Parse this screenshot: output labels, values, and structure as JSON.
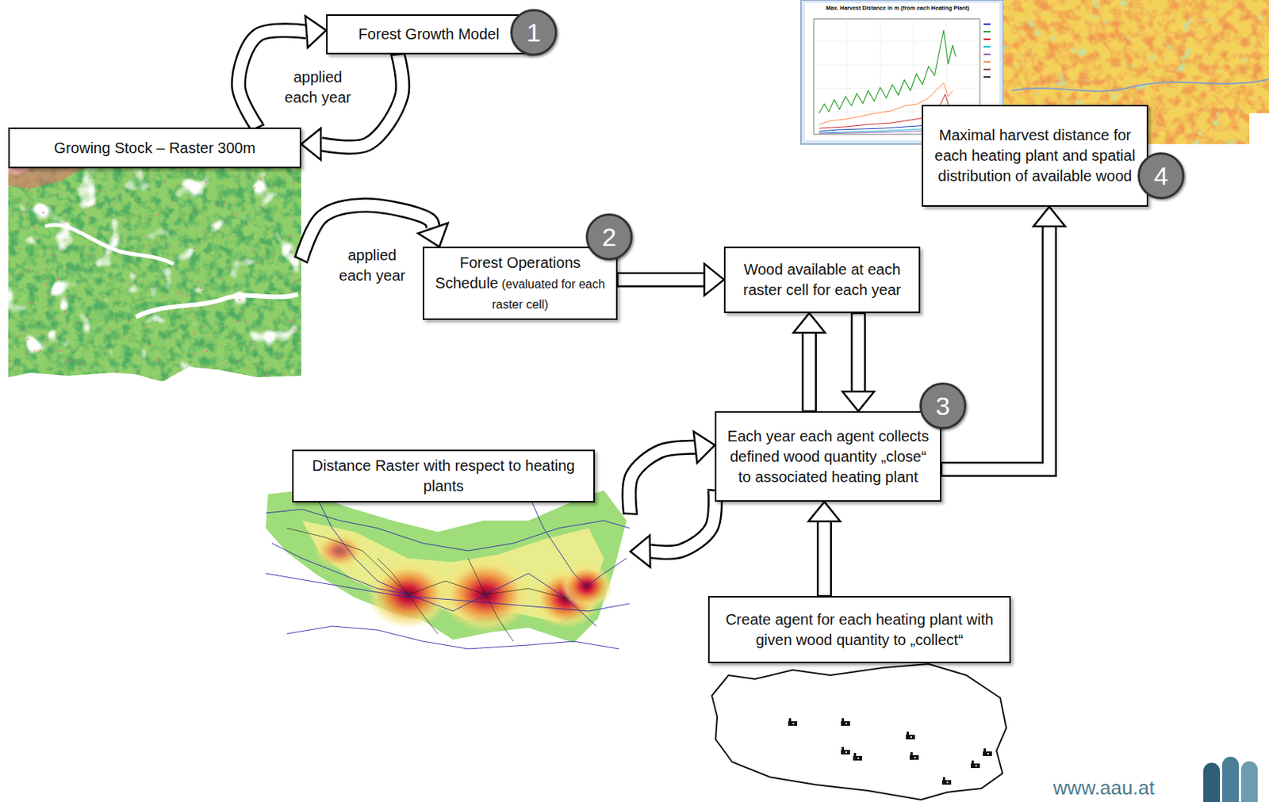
{
  "diagram": {
    "nodes": [
      {
        "text": [
          "Forest Growth Model"
        ]
      },
      {
        "text": [
          "Growing Stock – Raster 300m"
        ]
      },
      {
        "text": [
          "Forest Operations Schedule",
          "(evaluated for each raster cell)"
        ]
      },
      {
        "text": [
          "Wood available at each raster cell for each year"
        ]
      },
      {
        "text": [
          "Each year each agent collects defined wood quantity „close“ to associated heating plant"
        ]
      },
      {
        "text": [
          "Distance Raster with respect to heating plants"
        ]
      },
      {
        "text": [
          "Create agent for each heating plant with given wood quantity to „collect“"
        ]
      },
      {
        "text": [
          "Maximal harvest distance for each heating plant and spatial distribution of available wood"
        ]
      }
    ],
    "edges": [
      {
        "from": 1,
        "to": 0,
        "arrow": "to"
      },
      {
        "from": 0,
        "to": 1,
        "arrow": "to"
      },
      {
        "from": 1,
        "to": 2,
        "arrow": "to"
      },
      {
        "from": 2,
        "to": 3,
        "arrow": "to"
      },
      {
        "from": 4,
        "to": 3,
        "arrow": "to"
      },
      {
        "from": 3,
        "to": 4,
        "arrow": "to"
      },
      {
        "from": 5,
        "to": 4,
        "arrow": "to"
      },
      {
        "from": 4,
        "to": 5,
        "arrow": "to"
      },
      {
        "from": 6,
        "to": 4,
        "arrow": "to"
      },
      {
        "from": 4,
        "to": 7,
        "arrow": "to"
      }
    ],
    "labels": [
      "1",
      "2",
      "3",
      "4",
      "applied each year",
      "applied each year",
      "Max. Harvest Distance in m (from each Heating Plant)",
      "www.aau.at"
    ]
  }
}
